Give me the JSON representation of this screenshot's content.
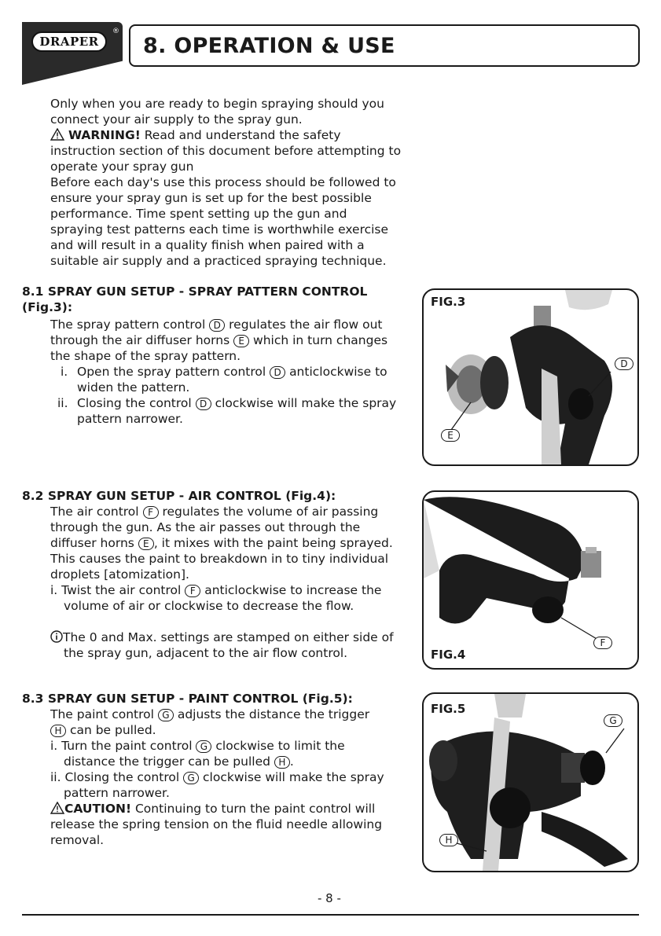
{
  "header": {
    "logo_text": "DRAPER",
    "logo_reg": "®",
    "title": "8. OPERATION & USE"
  },
  "intro": {
    "lines": [
      "Only when you are ready to begin spraying should you",
      "connect your air supply to the spray gun."
    ],
    "warning_label": "WARNING!",
    "warning_text_1": "Read and understand the safety",
    "warning_lines": [
      "instruction section of this document before attempting to",
      "operate your spray gun"
    ],
    "body_lines": [
      "Before each day's use this process should be followed to",
      "ensure your spray gun is set up for the best possible",
      "performance. Time spent setting up the gun and",
      "spraying test patterns each time is worthwhile exercise",
      "and will result in a quality finish when paired with a",
      "suitable air supply and a practiced spraying technique."
    ]
  },
  "s81": {
    "heading_1": "8.1 SPRAY GUN SETUP - SPRAY PATTERN CONTROL",
    "heading_2": "(Fig.3):",
    "l1a": "The spray pattern control",
    "l1b": "regulates the air flow out",
    "l2a": "through the air diffuser horns",
    "l2b": "which in turn changes",
    "l3": "the shape of the spray pattern.",
    "i_num": "i.",
    "i_a": "Open the spray pattern control",
    "i_b": "anticlockwise to",
    "i_c": "widen the pattern.",
    "ii_num": "ii.",
    "ii_a": "Closing the control",
    "ii_b": "clockwise will make the spray",
    "ii_c": "pattern narrower."
  },
  "s82": {
    "heading": "8.2 SPRAY GUN SETUP - AIR CONTROL (Fig.4):",
    "l1a": "The air control",
    "l1b": "regulates the volume of air passing",
    "l2": "through the gun. As the air passes out through the",
    "l3a": "diffuser horns",
    "l3b": ", it mixes with the paint being sprayed.",
    "l4": "This causes the paint to breakdown in to tiny individual",
    "l5": "droplets [atomization].",
    "i_a": "i.  Twist the air control",
    "i_b": "anticlockwise to increase the",
    "i_c": "volume of air or clockwise to decrease the flow.",
    "note_a": "The 0 and Max. settings are stamped on either side of",
    "note_b": "the spray gun, adjacent to the air flow control."
  },
  "s83": {
    "heading": "8.3 SPRAY GUN SETUP - PAINT CONTROL (Fig.5):",
    "l1a": "The paint control",
    "l1b": "adjusts the distance the trigger",
    "l2": "can be pulled.",
    "i_a": "i.  Turn the paint control",
    "i_b": "clockwise to limit the",
    "i_c": "distance the trigger can be pulled",
    "i_d": ".",
    "ii_a": "ii. Closing the control",
    "ii_b": "clockwise will make the spray",
    "ii_c": "pattern narrower.",
    "caution_label": "CAUTION!",
    "caution_a": "Continuing to turn the paint control will",
    "caution_b": "release the spring tension on the fluid needle allowing",
    "caution_c": "removal."
  },
  "letters": {
    "D": "D",
    "E": "E",
    "F": "F",
    "G": "G",
    "H": "H"
  },
  "figures": {
    "fig3": "FIG.3",
    "fig4": "FIG.4",
    "fig5": "FIG.5"
  },
  "footer": {
    "page": "- 8 -"
  }
}
